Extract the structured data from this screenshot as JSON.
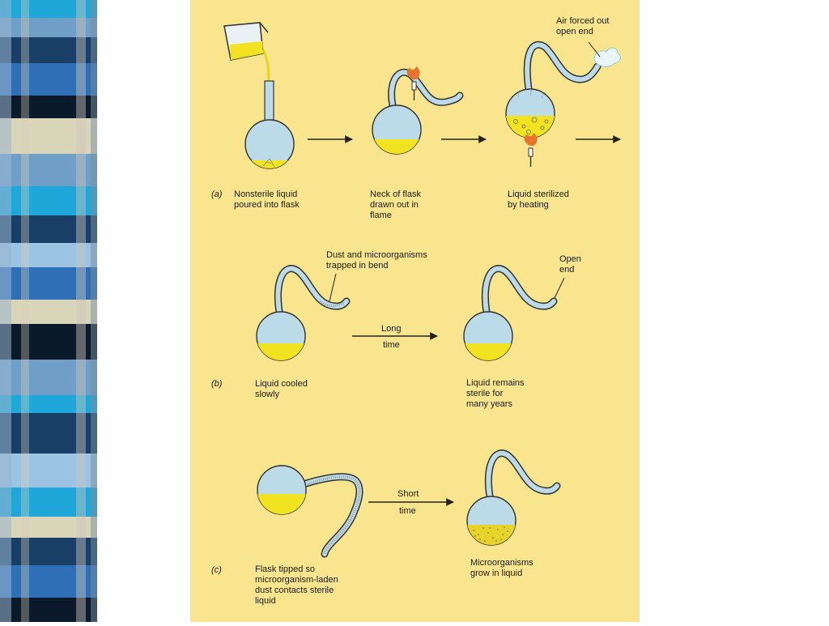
{
  "panels": [
    {
      "letter": "(a)",
      "steps": [
        "Nonsterile liquid\npoured into flask",
        "Neck of flask\ndrawn out in\nflame",
        "Liquid sterilized\nby heating"
      ],
      "callout": "Air forced out\nopen end"
    },
    {
      "letter": "(b)",
      "steps": [
        "Liquid cooled\nslowly",
        "Liquid remains\nsterile for\nmany years"
      ],
      "callouts": [
        "Dust and microorganisms\ntrapped in bend",
        "Open\nend"
      ],
      "arrow_top": "Long",
      "arrow_bottom": "time"
    },
    {
      "letter": "(c)",
      "steps": [
        "Flask tipped so\nmicroorganism-laden\ndust contacts sterile\nliquid",
        "Microorganisms\ngrow in liquid"
      ],
      "arrow_top": "Short",
      "arrow_bottom": "time"
    }
  ],
  "colors": {
    "page_bg": "#ffffff",
    "figure_bg": "#f8e58e",
    "flask_glass": "#bcdbe8",
    "liquid": "#f2e320",
    "flame": "#e8732a",
    "strip_palette": [
      "#6f9fc7",
      "#2f6fb5",
      "#1a3f66",
      "#d9d5b9",
      "#0b1a2b",
      "#1ea7d8",
      "#9cc3e2"
    ]
  }
}
